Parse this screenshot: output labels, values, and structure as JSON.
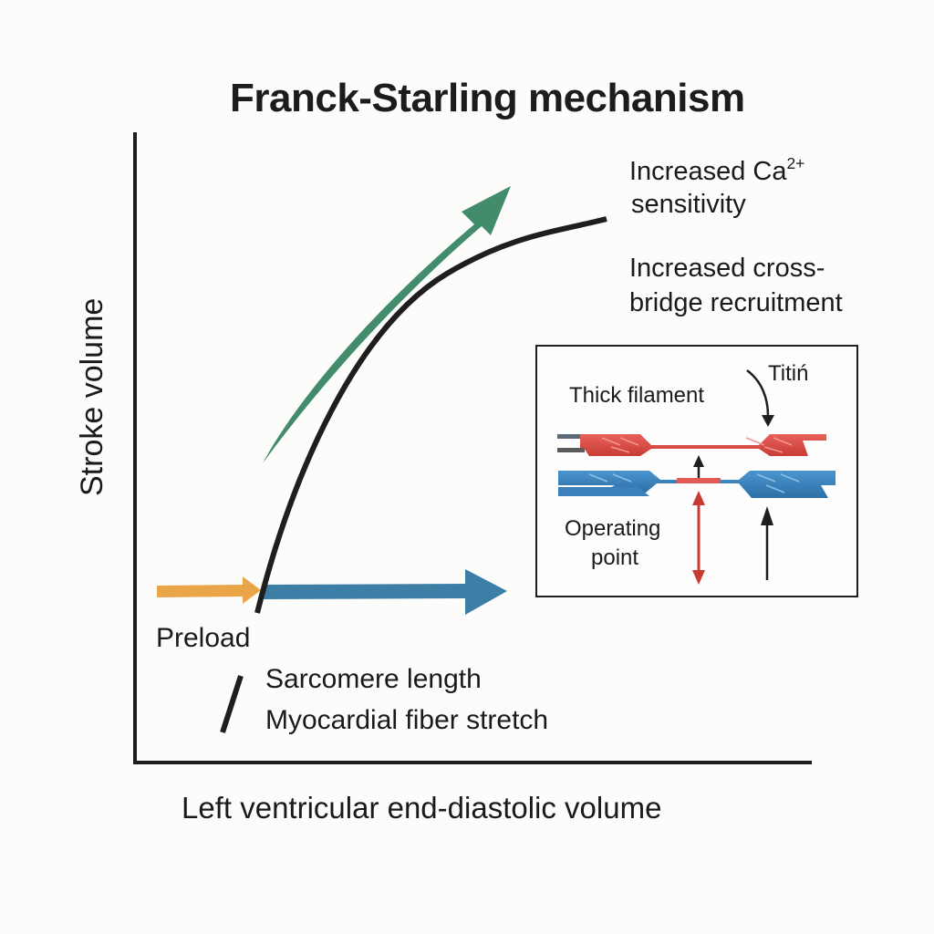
{
  "title": "Franck-Starling mechanism",
  "axes": {
    "y_label": "Stroke volume",
    "x_label": "Left ventricular end-diastolic volume"
  },
  "annotations": {
    "calcium": {
      "line1_prefix": "Increased Ca",
      "line1_superscript": "2+",
      "line2": "sensitivity"
    },
    "crossbridge": {
      "line1": "Increased cross-",
      "line2": "bridge recruitment"
    },
    "preload": "Preload",
    "sarcomere_length": "Sarcomere length",
    "fiber_stretch": "Myocardial fiber stretch"
  },
  "inset": {
    "thick_filament_label": "Thick filament",
    "titin_label": "Titiń",
    "operating_point_line1": "Operating",
    "operating_point_line2": "point"
  },
  "colors": {
    "curve": "#1e1e1e",
    "green_arrow": "#3f8a6a",
    "orange_arrow": "#e9a545",
    "blue_arrow": "#3f7fa8",
    "thick_filament": "#d94b45",
    "thin_filament": "#3b82bd",
    "red_arrow": "#c83a33"
  },
  "diagram_elements": [
    {
      "name": "frank-starling-curve",
      "type": "curve",
      "meaning": "stroke volume rises with end-diastolic volume and plateaus"
    },
    {
      "name": "green-arrow",
      "type": "arrow",
      "direction": "up-right"
    },
    {
      "name": "preload-arrow",
      "type": "arrow",
      "direction": "right"
    },
    {
      "name": "stretch-arrow",
      "type": "arrow",
      "direction": "right"
    },
    {
      "name": "sarcomere-inset",
      "type": "inset",
      "content": "thick and thin filaments with titin"
    }
  ]
}
